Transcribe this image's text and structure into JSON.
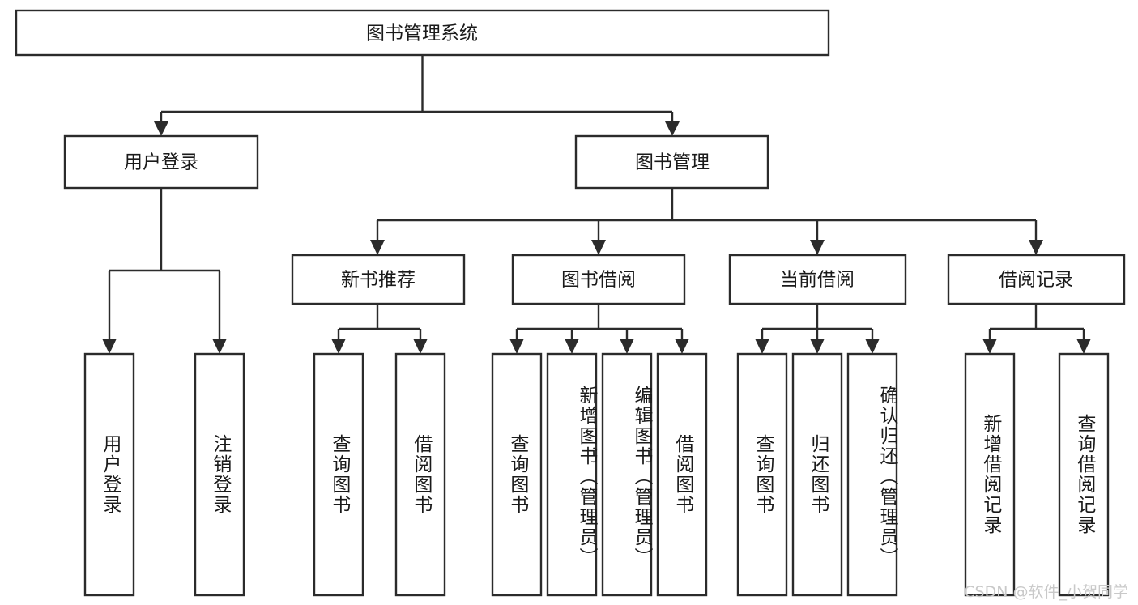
{
  "diagram": {
    "title": "图书管理系统",
    "type": "hierarchy-tree",
    "root": {
      "label": "图书管理系统",
      "name": "node-root-library-management-system"
    },
    "level2": [
      {
        "label": "用户登录",
        "name": "node-user-login"
      },
      {
        "label": "图书管理",
        "name": "node-book-management"
      }
    ],
    "level3": [
      {
        "label": "新书推荐",
        "name": "node-new-book-recommendation"
      },
      {
        "label": "图书借阅",
        "name": "node-book-borrowing"
      },
      {
        "label": "当前借阅",
        "name": "node-current-borrowing"
      },
      {
        "label": "借阅记录",
        "name": "node-borrowing-records"
      }
    ],
    "leaves": [
      {
        "label": "用户登录",
        "name": "leaf-user-login",
        "parent": "用户登录"
      },
      {
        "label": "注销登录",
        "name": "leaf-logout",
        "parent": "用户登录"
      },
      {
        "label": "查询图书",
        "name": "leaf-query-books-recommendation",
        "parent": "新书推荐"
      },
      {
        "label": "借阅图书",
        "name": "leaf-borrow-books-recommendation",
        "parent": "新书推荐"
      },
      {
        "label": "查询图书",
        "name": "leaf-query-books-borrowing",
        "parent": "图书借阅"
      },
      {
        "label": "新增图书（管理员）",
        "name": "leaf-add-book-admin",
        "parent": "图书借阅"
      },
      {
        "label": "编辑图书（管理员）",
        "name": "leaf-edit-book-admin",
        "parent": "图书借阅"
      },
      {
        "label": "借阅图书",
        "name": "leaf-borrow-books-borrowing",
        "parent": "图书借阅"
      },
      {
        "label": "查询图书",
        "name": "leaf-query-books-current",
        "parent": "当前借阅"
      },
      {
        "label": "归还图书",
        "name": "leaf-return-books",
        "parent": "当前借阅"
      },
      {
        "label": "确认归还（管理员）",
        "name": "leaf-confirm-return-admin",
        "parent": "当前借阅"
      },
      {
        "label": "新增借阅记录",
        "name": "leaf-add-borrow-record",
        "parent": "借阅记录"
      },
      {
        "label": "查询借阅记录",
        "name": "leaf-query-borrow-record",
        "parent": "借阅记录"
      }
    ],
    "watermark": "CSDN @软件_小贺同学",
    "colors": {
      "stroke": "#2b2b2b",
      "fill": "#ffffff",
      "text": "#1a1a1a",
      "watermark": "#c9c9c9"
    }
  }
}
